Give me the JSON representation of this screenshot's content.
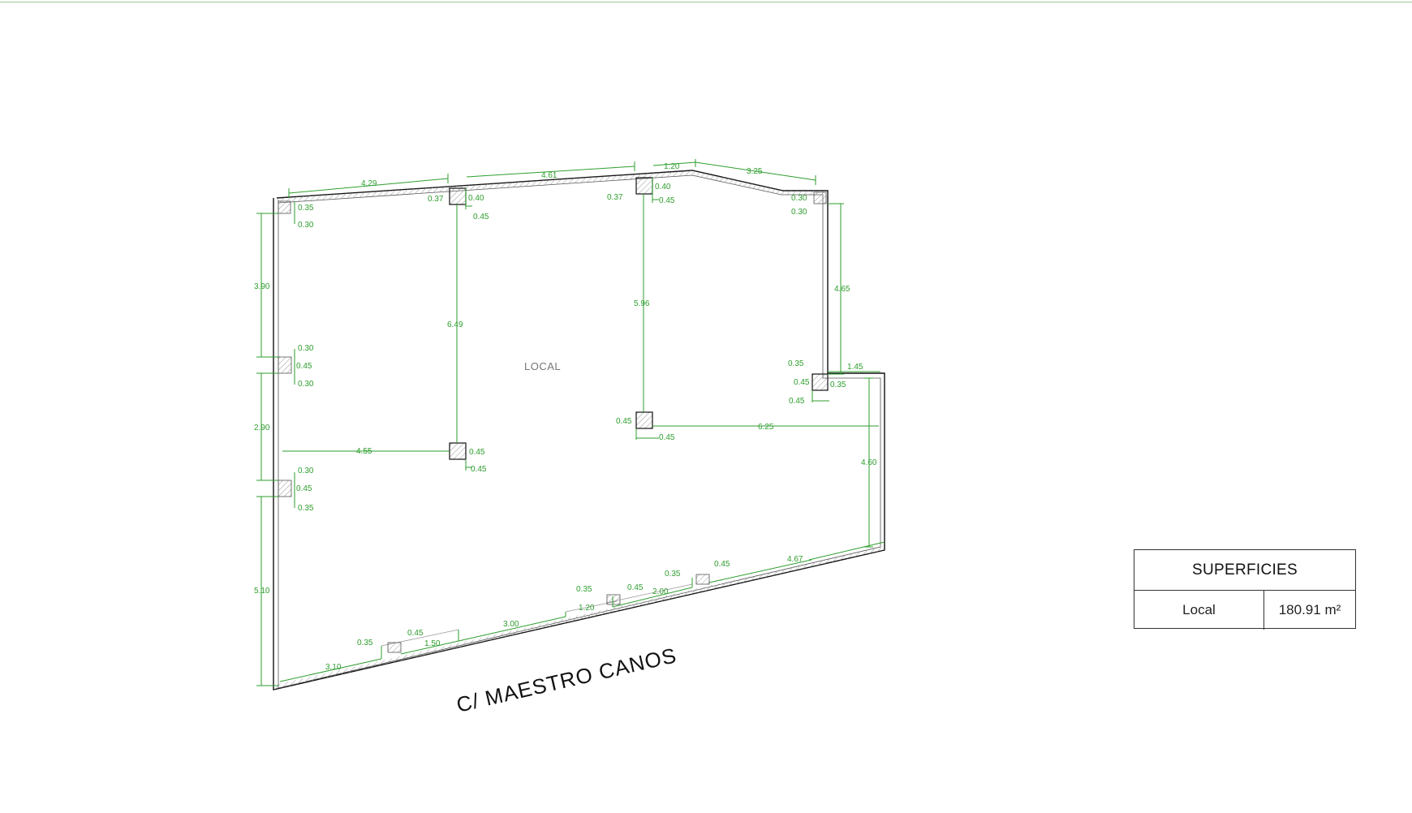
{
  "plan": {
    "room_label": "LOCAL",
    "street_label": "C/ MAESTRO CANOS",
    "dimensions": [
      "4.29",
      "4.61",
      "1.20",
      "3.25",
      "0.37",
      "0.40",
      "0.45",
      "0.37",
      "0.40",
      "0.45",
      "0.30",
      "0.30",
      "0.35",
      "0.30",
      "3.90",
      "0.30",
      "0.45",
      "0.30",
      "2.90",
      "0.30",
      "0.45",
      "0.35",
      "5.10",
      "6.49",
      "5.96",
      "4.65",
      "0.35",
      "1.45",
      "0.45",
      "0.35",
      "0.45",
      "0.45",
      "0.45",
      "6.25",
      "4.55",
      "0.45",
      "0.45",
      "4.60",
      "0.35",
      "0.45",
      "0.35",
      "0.45",
      "1.20",
      "2.00",
      "4.67",
      "0.35",
      "0.45",
      "1.50",
      "3.00",
      "3.10"
    ],
    "line_color": "#2e9e2e",
    "wall_color": "#111111"
  },
  "areas_table": {
    "title": "SUPERFICIES",
    "rows": [
      {
        "name": "Local",
        "value": "180.91 m²"
      }
    ]
  }
}
